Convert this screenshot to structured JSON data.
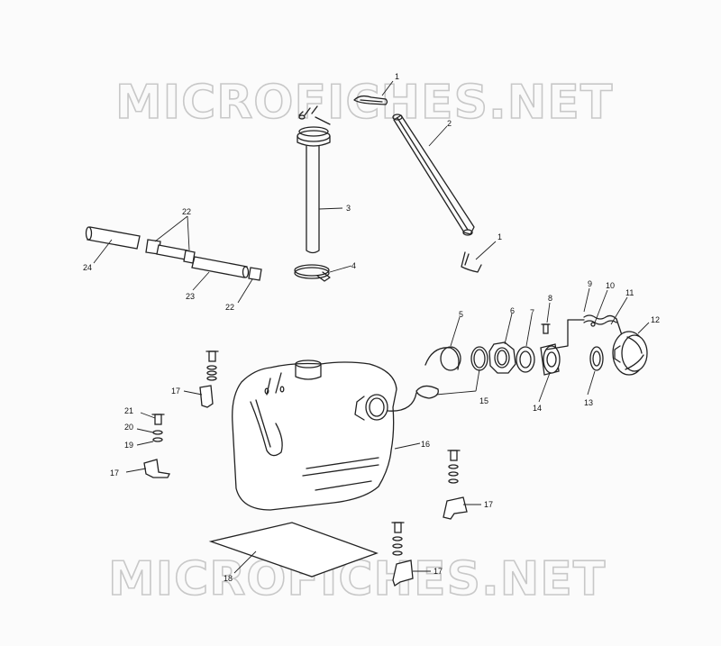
{
  "watermark": "MICROFICHES.NET",
  "callouts": [
    {
      "id": "c1a",
      "text": "1"
    },
    {
      "id": "c2",
      "text": "2"
    },
    {
      "id": "c3",
      "text": "3"
    },
    {
      "id": "c4",
      "text": "4"
    },
    {
      "id": "c1b",
      "text": "1"
    },
    {
      "id": "c22a",
      "text": "22"
    },
    {
      "id": "c24",
      "text": "24"
    },
    {
      "id": "c23",
      "text": "23"
    },
    {
      "id": "c22b",
      "text": "22"
    },
    {
      "id": "c5",
      "text": "5"
    },
    {
      "id": "c6",
      "text": "6"
    },
    {
      "id": "c7",
      "text": "7"
    },
    {
      "id": "c8",
      "text": "8"
    },
    {
      "id": "c9",
      "text": "9"
    },
    {
      "id": "c10",
      "text": "10"
    },
    {
      "id": "c11",
      "text": "11"
    },
    {
      "id": "c12",
      "text": "12"
    },
    {
      "id": "c13",
      "text": "13"
    },
    {
      "id": "c14",
      "text": "14"
    },
    {
      "id": "c15",
      "text": "15"
    },
    {
      "id": "c16",
      "text": "16"
    },
    {
      "id": "c17a",
      "text": "17"
    },
    {
      "id": "c21",
      "text": "21"
    },
    {
      "id": "c20",
      "text": "20"
    },
    {
      "id": "c19",
      "text": "19"
    },
    {
      "id": "c17b",
      "text": "17"
    },
    {
      "id": "c17c",
      "text": "17"
    },
    {
      "id": "c18",
      "text": "18"
    },
    {
      "id": "c17d",
      "text": "17"
    }
  ]
}
